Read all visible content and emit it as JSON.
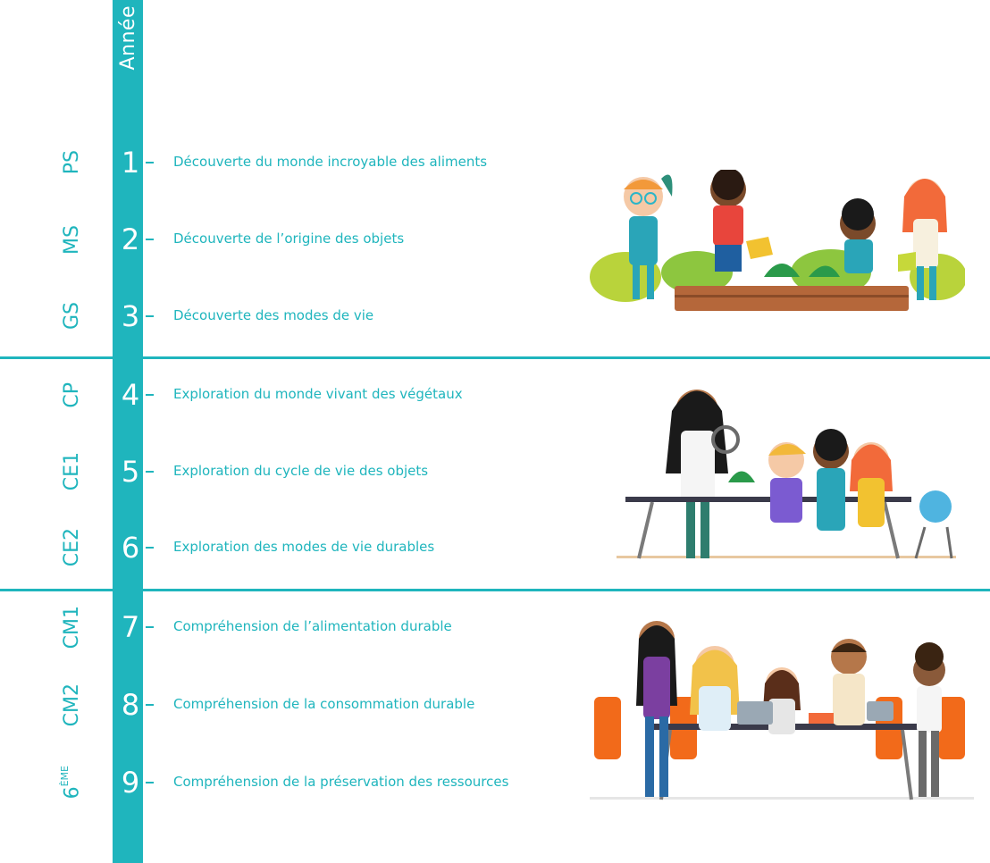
{
  "header": {
    "year_label": "Année"
  },
  "rows": [
    {
      "grade": "PS",
      "number": "1",
      "label": "Découverte du monde incroyable des aliments"
    },
    {
      "grade": "MS",
      "number": "2",
      "label": "Découverte de l’origine des objets"
    },
    {
      "grade": "GS",
      "number": "3",
      "label": "Découverte des modes de vie"
    },
    {
      "grade": "CP",
      "number": "4",
      "label": "Exploration du monde vivant des végétaux"
    },
    {
      "grade": "CE1",
      "number": "5",
      "label": "Exploration du cycle de vie des objets"
    },
    {
      "grade": "CE2",
      "number": "6",
      "label": "Exploration des modes de vie durables"
    },
    {
      "grade": "CM1",
      "number": "7",
      "label": "Compréhension de l’alimentation durable"
    },
    {
      "grade": "CM2",
      "number": "8",
      "label": "Compréhension de la consommation durable"
    },
    {
      "grade_base": "6",
      "grade_sup": "ÈME",
      "number": "9",
      "label": "Compréhension de la préservation des ressources"
    }
  ],
  "colors": {
    "accent": "#1fb5bd",
    "text_on_bar": "#ffffff"
  },
  "illustrations": [
    {
      "name": "children-gardening-illustration"
    },
    {
      "name": "children-science-lab-illustration"
    },
    {
      "name": "students-group-work-illustration"
    }
  ]
}
